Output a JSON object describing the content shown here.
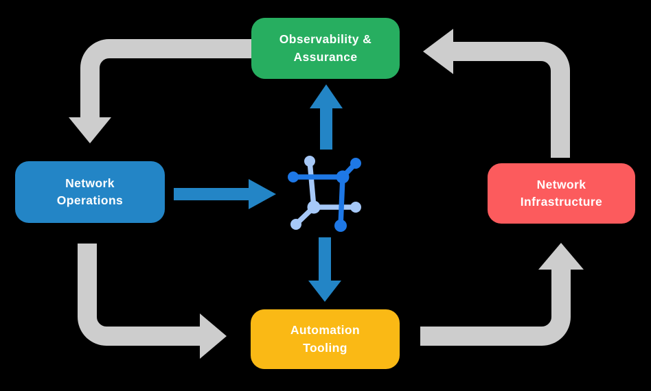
{
  "diagram": {
    "description": "Closed-loop network automation cycle",
    "nodes": [
      {
        "id": "observability",
        "label": "Observability &\nAssurance",
        "color": "#27AE60",
        "position": "top"
      },
      {
        "id": "operations",
        "label": "Network\nOperations",
        "color": "#2385C6",
        "position": "left"
      },
      {
        "id": "infrastructure",
        "label": "Network\nInfrastructure",
        "color": "#FC5B5D",
        "position": "right"
      },
      {
        "id": "automation",
        "label": "Automation\nTooling",
        "color": "#FAB915",
        "position": "bottom"
      }
    ],
    "center": {
      "icon": "network-mesh-icon"
    },
    "edges": [
      {
        "from": "observability",
        "to": "operations",
        "style": "gray-elbow"
      },
      {
        "from": "operations",
        "to": "automation",
        "style": "gray-elbow"
      },
      {
        "from": "automation",
        "to": "infrastructure",
        "style": "gray-elbow"
      },
      {
        "from": "infrastructure",
        "to": "observability",
        "style": "gray-elbow"
      },
      {
        "from": "operations",
        "to": "center",
        "style": "blue-straight"
      },
      {
        "from": "center",
        "to": "observability",
        "style": "blue-straight"
      },
      {
        "from": "center",
        "to": "automation",
        "style": "blue-straight"
      }
    ],
    "colors": {
      "background": "#000000",
      "text": "#FFFFFF",
      "arrow_gray": "#CDCDCD",
      "arrow_blue": "#2385C6",
      "icon_dark_blue": "#1E78E6",
      "icon_light_blue": "#A6C8F7",
      "node_green": "#27AE60",
      "node_blue": "#2385C6",
      "node_red": "#FC5B5D",
      "node_yellow": "#FAB915"
    }
  }
}
